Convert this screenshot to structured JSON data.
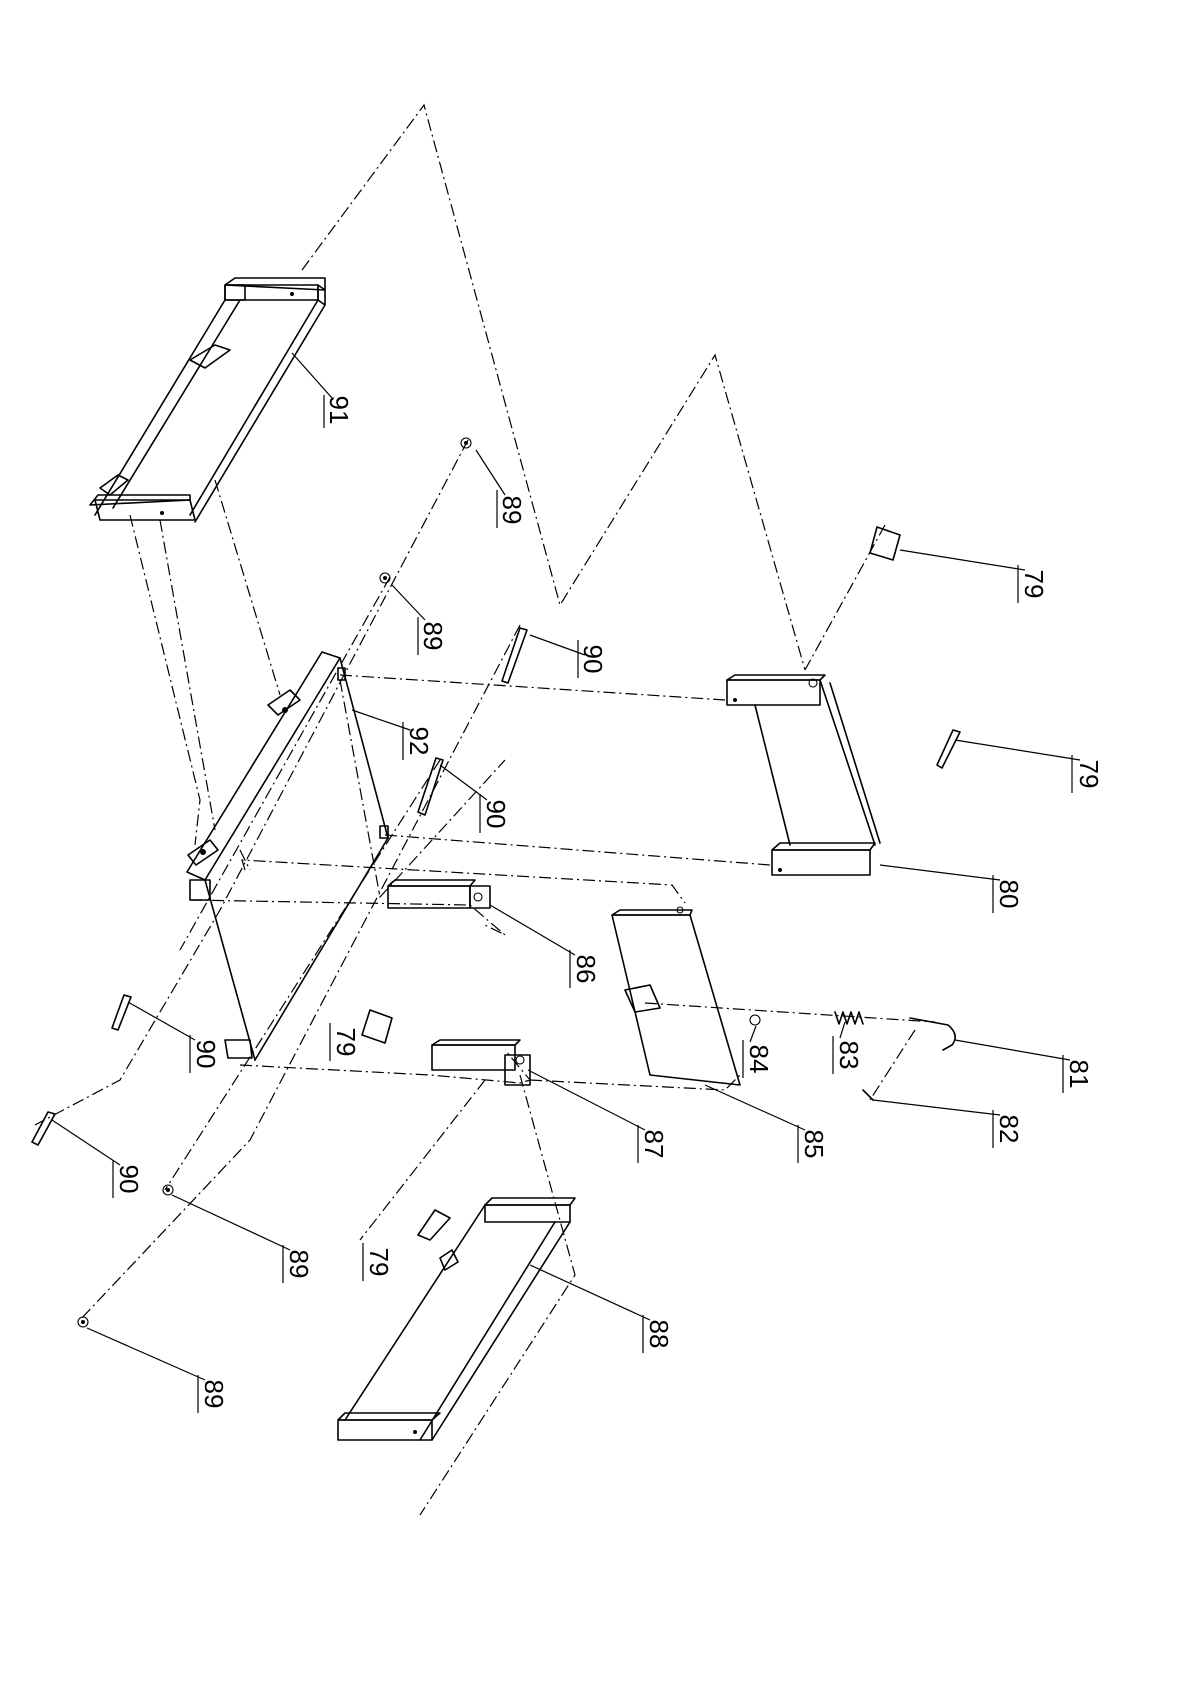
{
  "callouts": [
    {
      "id": "c91",
      "label": "91"
    },
    {
      "id": "c89a",
      "label": "89"
    },
    {
      "id": "c89b",
      "label": "89"
    },
    {
      "id": "c90a",
      "label": "90"
    },
    {
      "id": "c92",
      "label": "92"
    },
    {
      "id": "c90b",
      "label": "90"
    },
    {
      "id": "c79a",
      "label": "79"
    },
    {
      "id": "c79b",
      "label": "79"
    },
    {
      "id": "c80",
      "label": "80"
    },
    {
      "id": "c86",
      "label": "86"
    },
    {
      "id": "c79c",
      "label": "79"
    },
    {
      "id": "c90c",
      "label": "90"
    },
    {
      "id": "c84",
      "label": "84"
    },
    {
      "id": "c83",
      "label": "83"
    },
    {
      "id": "c81",
      "label": "81"
    },
    {
      "id": "c82",
      "label": "82"
    },
    {
      "id": "c87",
      "label": "87"
    },
    {
      "id": "c85",
      "label": "85"
    },
    {
      "id": "c90d",
      "label": "90"
    },
    {
      "id": "c89c",
      "label": "89"
    },
    {
      "id": "c79d",
      "label": "79"
    },
    {
      "id": "c88",
      "label": "88"
    },
    {
      "id": "c89d",
      "label": "89"
    }
  ]
}
